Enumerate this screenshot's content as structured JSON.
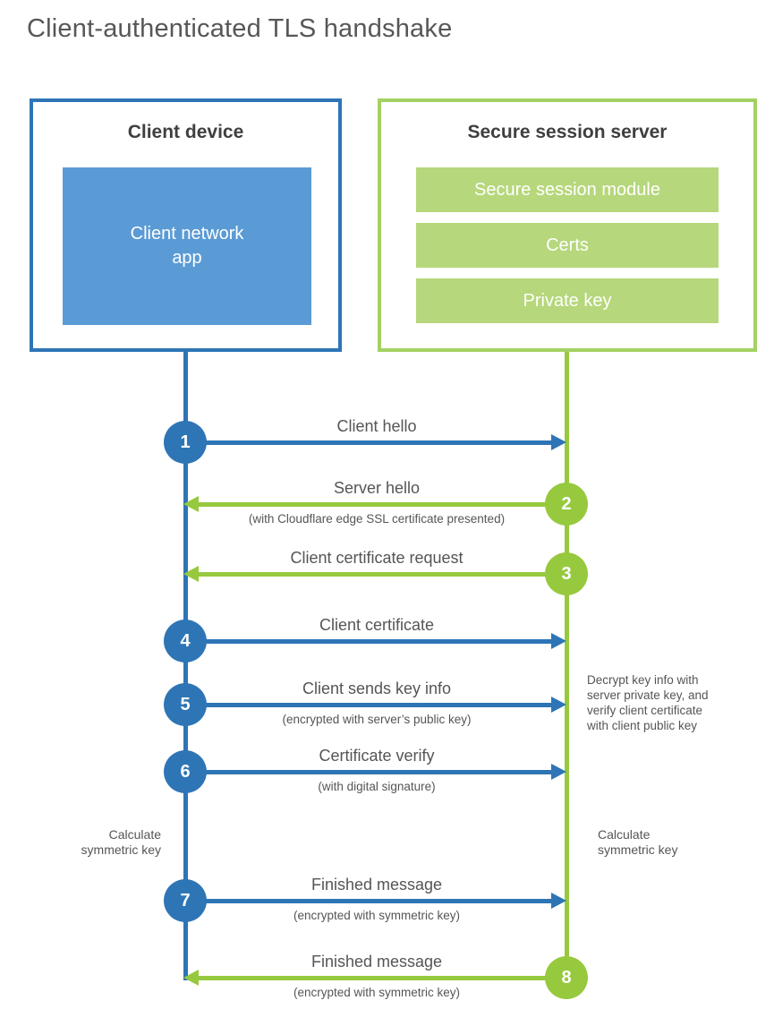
{
  "title": "Client-authenticated TLS handshake",
  "colors": {
    "blue_accent": "#2e75b6",
    "blue_fill": "#5b9bd5",
    "green_accent": "#97c93e",
    "green_border": "#a3d162",
    "green_fill": "#b6d77b",
    "heading_text": "#3f3f3f",
    "label_text": "#555555"
  },
  "client": {
    "title": "Client device",
    "app_label": "Client network\napp"
  },
  "server": {
    "title": "Secure session server",
    "modules": [
      "Secure session module",
      "Certs",
      "Private key"
    ]
  },
  "steps": [
    {
      "num": "1",
      "from": "client",
      "direction": "right",
      "label": "Client hello",
      "sublabel": ""
    },
    {
      "num": "2",
      "from": "server",
      "direction": "left",
      "label": "Server hello",
      "sublabel": "(with Cloudflare edge SSL certificate presented)"
    },
    {
      "num": "3",
      "from": "server",
      "direction": "left",
      "label": "Client certificate request",
      "sublabel": ""
    },
    {
      "num": "4",
      "from": "client",
      "direction": "right",
      "label": "Client certificate",
      "sublabel": ""
    },
    {
      "num": "5",
      "from": "client",
      "direction": "right",
      "label": "Client sends key info",
      "sublabel": "(encrypted with server’s public key)"
    },
    {
      "num": "6",
      "from": "client",
      "direction": "right",
      "label": "Certificate verify",
      "sublabel": "(with digital signature)"
    },
    {
      "num": "7",
      "from": "client",
      "direction": "right",
      "label": "Finished message",
      "sublabel": "(encrypted with symmetric key)"
    },
    {
      "num": "8",
      "from": "server",
      "direction": "left",
      "label": "Finished message",
      "sublabel": "(encrypted with symmetric key)"
    }
  ],
  "annotations": {
    "decrypt_note": "Decrypt key info with\nserver private key, and\nverify client certificate\nwith client public key",
    "calc_left": "Calculate\nsymmetric key",
    "calc_right": "Calculate\nsymmetric key"
  }
}
